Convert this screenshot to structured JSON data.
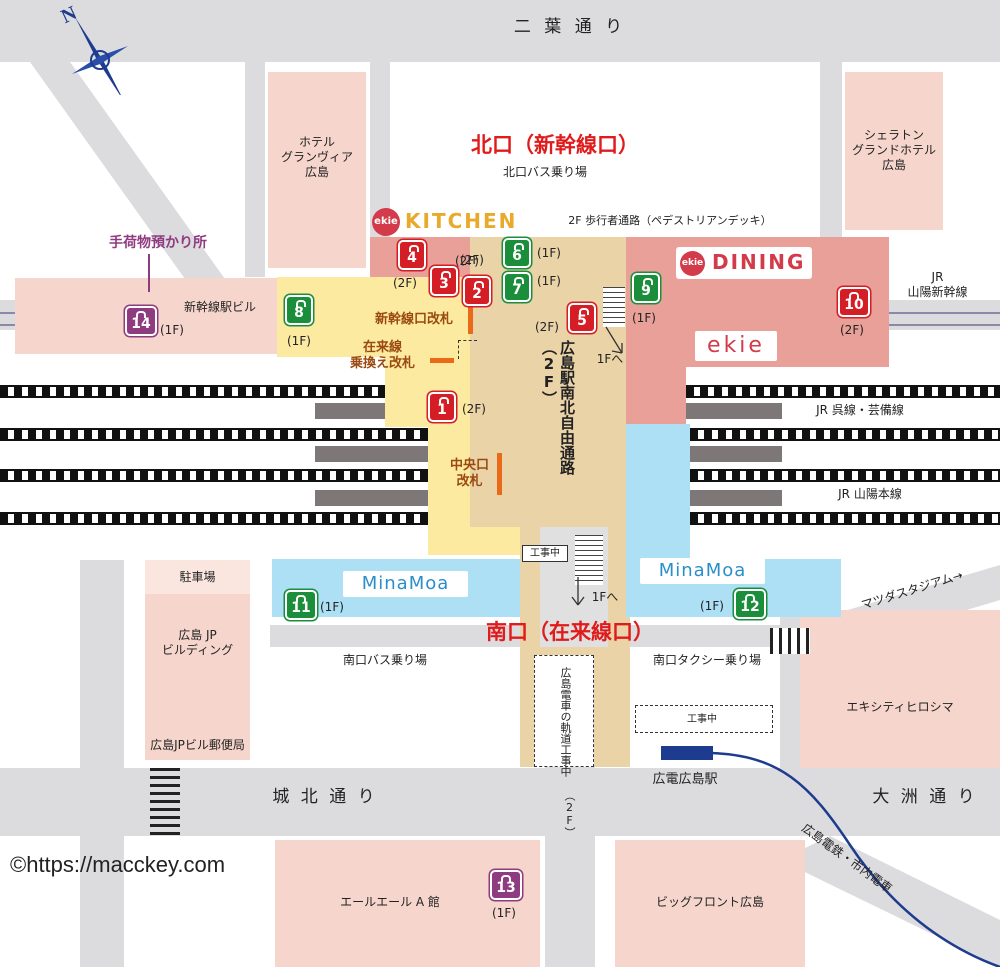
{
  "roads": {
    "north": "二 葉 通 り",
    "south_west": "城 北 通 り",
    "south_east": "大 洲 通 り",
    "mazda": "マツダスタジアム→",
    "tram_track": "広島電車の軌道工事中",
    "tram_track_floor": "（2F）"
  },
  "exits": {
    "north": "北口（新幹線口）",
    "south": "南口（在来線口）"
  },
  "labels": {
    "north_bus": "北口バス乗り場",
    "south_bus": "南口バス乗り場",
    "south_taxi": "南口タクシー乗り場",
    "deck": "2F 歩行者通路（ペデストリアンデッキ）",
    "passage": "広島駅南北自由通路（2F）",
    "to_1f_a": "1Fへ",
    "to_1f_b": "1Fへ",
    "construction_a": "工事中",
    "construction_b": "工事中",
    "hiroden_station": "広電広島駅",
    "hiroden_line": "広島電鉄・市内電車",
    "baggage": "手荷物預かり所",
    "copyright": "©https://macckey.com"
  },
  "lines": {
    "sanyo_shinkansen": "JR\n山陽新幹線",
    "kure": "JR 呉線・芸備線",
    "sanyo_main": "JR 山陽本線"
  },
  "gates": {
    "shinkansen": "新幹線口改札",
    "transfer": "在来線\n乗換え改札",
    "central": "中央口\n改札"
  },
  "buildings": {
    "granvia": "ホテル\nグランヴィア\n広島",
    "sheraton": "シェラトン\nグランドホテル\n広島",
    "shinkansen_bldg": "新幹線駅ビル",
    "parking": "駐車場",
    "jp_bldg": "広島 JP\nビルディング",
    "jp_post": "広島JPビル郵便局",
    "ekicity": "エキシティヒロシマ",
    "allall": "エールエール A 館",
    "bigfront": "ビッグフロント広島"
  },
  "brands": {
    "kitchen": "KITCHEN",
    "dining": "DINING",
    "ekie": "ekie",
    "ekie_badge": "ekie",
    "minamoa_a": "MinaMoa",
    "minamoa_b": "MinaMoa"
  },
  "lockers": [
    {
      "num": "1",
      "floor": "(2F)",
      "color": "red"
    },
    {
      "num": "2",
      "floor": "(2F)",
      "color": "red"
    },
    {
      "num": "3",
      "floor": "(2F)",
      "color": "red"
    },
    {
      "num": "4",
      "floor": "(2F)",
      "color": "red"
    },
    {
      "num": "5",
      "floor": "(2F)",
      "color": "red"
    },
    {
      "num": "6",
      "floor": "(1F)",
      "color": "green"
    },
    {
      "num": "7",
      "floor": "(1F)",
      "color": "green"
    },
    {
      "num": "8",
      "floor": "(1F)",
      "color": "green"
    },
    {
      "num": "9",
      "floor": "(1F)",
      "color": "green"
    },
    {
      "num": "10",
      "floor": "(2F)",
      "color": "red"
    },
    {
      "num": "11",
      "floor": "(1F)",
      "color": "green"
    },
    {
      "num": "12",
      "floor": "(1F)",
      "color": "green"
    },
    {
      "num": "13",
      "floor": "(1F)",
      "color": "purple"
    },
    {
      "num": "14",
      "floor": "(1F)",
      "color": "purple"
    }
  ],
  "compass": "N",
  "colors": {
    "red_locker": "#d51d26",
    "green_locker": "#1b8e3c",
    "purple_locker": "#8f3b80",
    "exit_text": "#e01b1b",
    "gate_text": "#9a4a10",
    "minamoa_blue": "#aee0f5",
    "station_yellow": "#fbeaa0",
    "dining_red": "#e8a099",
    "passage_tan": "#ebd3a8"
  }
}
